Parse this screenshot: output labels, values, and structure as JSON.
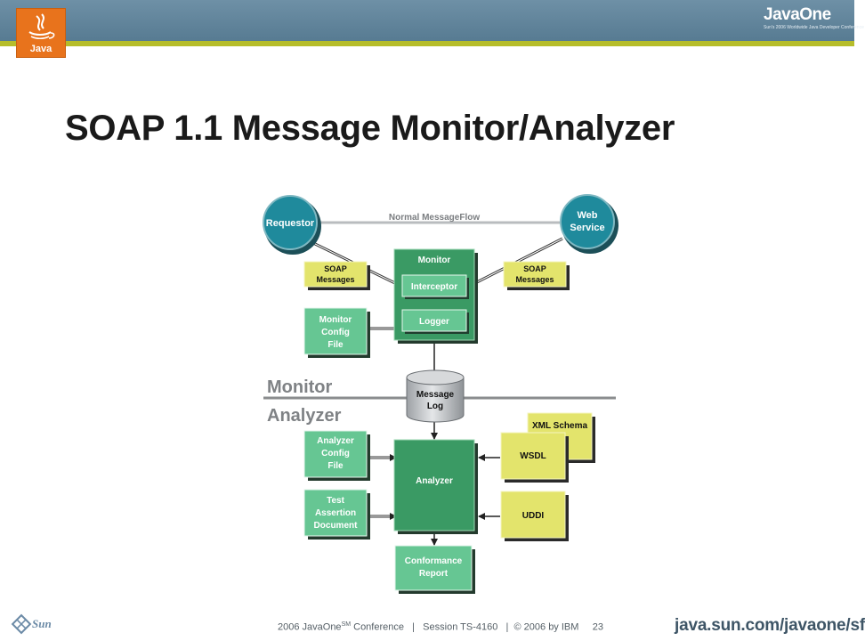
{
  "header": {
    "java_logo_text": "Java",
    "javaone_logo_text": "JavaOne",
    "javaone_tagline": "Sun's 2006 Worldwide Java Developer Conference",
    "accent_colors": {
      "bar": "#6285a0",
      "stripe": "#b6bd2a",
      "java_orange": "#e8731c"
    }
  },
  "slide": {
    "title": "SOAP 1.1 Message Monitor/Analyzer"
  },
  "diagram": {
    "nodes": {
      "requestor": "Requestor",
      "web_service": [
        "Web",
        "Service"
      ],
      "monitor": "Monitor",
      "interceptor": "Interceptor",
      "logger": "Logger",
      "soap_messages_left": [
        "SOAP",
        "Messages"
      ],
      "soap_messages_right": [
        "SOAP",
        "Messages"
      ],
      "monitor_config": [
        "Monitor",
        "Config",
        "File"
      ],
      "message_log": [
        "Message",
        "Log"
      ],
      "analyzer_config": [
        "Analyzer",
        "Config",
        "File"
      ],
      "test_assertion": [
        "Test",
        "Assertion",
        "Document"
      ],
      "analyzer": "Analyzer",
      "xml_schema": "XML Schema",
      "wsdl": "WSDL",
      "uddi": "UDDI",
      "conformance_report": [
        "Conformance",
        "Report"
      ]
    },
    "edges": {
      "normal_flow": "Normal MessageFlow"
    },
    "sections": {
      "monitor": "Monitor",
      "analyzer": "Analyzer"
    },
    "colors": {
      "teal_circle": "#1f8a9c",
      "green_dark": "#3a9a64",
      "green_light": "#66c693",
      "yellow": "#e3e46c",
      "cylinder": "#c6c8ca"
    }
  },
  "footer": {
    "sun_logo_text": "Sun",
    "conference_prefix": "2006 JavaOne",
    "conference_sup": "SM",
    "conference_rest": " Conference   |   Session TS-4160   |  © 2006 by IBM     23",
    "url": "java.sun.com/javaone/sf"
  }
}
